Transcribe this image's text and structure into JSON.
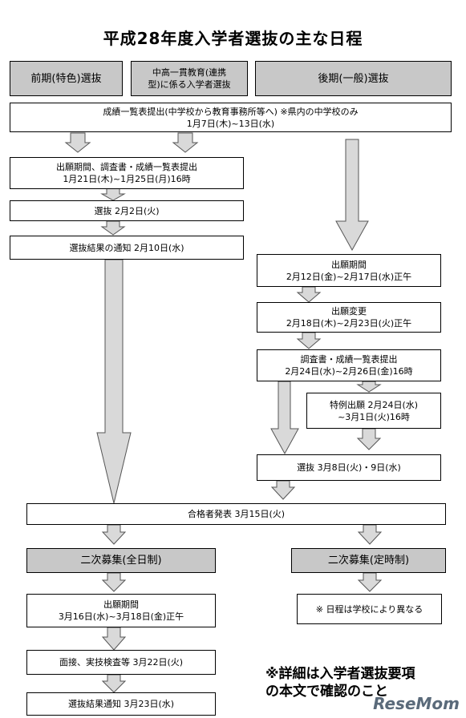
{
  "title": "平成28年度入学者選抜の主な日程",
  "headers": {
    "early": "前期(特色)選抜",
    "integrated_line1": "中高一貫教育(連携",
    "integrated_line2": "型)に係る入学者選抜",
    "late": "後期(一般)選抜"
  },
  "boxes": {
    "grade_list_line1": "成績一覧表提出(中学校から教育事務所等へ) ※県内の中学校のみ",
    "grade_list_line2": "1月7日(木)~13日(水)",
    "early_application_line1": "出願期間、調査書・成績一覧表提出",
    "early_application_line2": "1月21日(木)~1月25日(月)16時",
    "early_selection": "選抜 2月2日(火)",
    "early_result": "選抜結果の通知 2月10日(水)",
    "late_application_line1": "出願期間",
    "late_application_line2": "2月12日(金)~2月17日(水)正午",
    "late_change_line1": "出願変更",
    "late_change_line2": "2月18日(木)~2月23日(火)正午",
    "late_documents_line1": "調査書・成績一覧表提出",
    "late_documents_line2": "2月24日(水)~2月26日(金)16時",
    "special_line1": "特例出願 2月24日(水)",
    "special_line2": "~3月1日(火)16時",
    "late_selection": "選抜 3月8日(火)・9日(水)",
    "announcement": "合格者発表 3月15日(火)",
    "second_fulltime": "二次募集(全日制)",
    "second_parttime": "二次募集(定時制)",
    "second_application_line1": "出願期間",
    "second_application_line2": "3月16日(水)~3月18日(金)正午",
    "parttime_note": "※ 日程は学校により異なる",
    "interview": "面接、実技検査等 3月22日(火)",
    "second_result": "選抜結果通知 3月23日(水)"
  },
  "footnote_line1": "※詳細は入学者選抜要項",
  "footnote_line2": "の本文で確認のこと",
  "logo": "ReseMom"
}
